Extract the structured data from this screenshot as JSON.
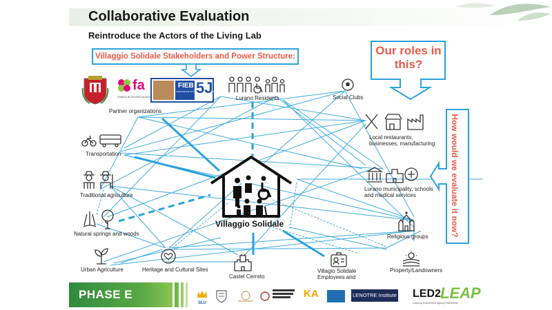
{
  "slide": {
    "title": "Collaborative Evaluation",
    "subtitle": "Reintroduce the Actors of the Living Lab"
  },
  "callouts": {
    "stakeholders": "Villaggio Solidale Stakeholders and Power Structure:",
    "roles": "Our roles in this?",
    "evaluate": "How would we evaluate it now?"
  },
  "center": {
    "label": "Villaggio Solidale"
  },
  "nodes": {
    "partners": "Partner organizations",
    "residents": "Lurano Residents",
    "social_clubs": "Social Clubs",
    "local_business": "Local restaurants, businesses, manufacturing",
    "transportation": "Transportation",
    "municipality": "Lurano municipality, schools and medical services",
    "traditional_agriculture": "Traditional agriculture",
    "religious": "Religious groups",
    "springs": "Natural springs and woods",
    "urban_agriculture": "Urban Agriculture",
    "heritage": "Heritage and Cultural Sites",
    "castel": "Castel Cerreto",
    "employees": "Villagio Solidale Employees and Volunteers",
    "property": "Property/Landowners"
  },
  "logos": {
    "fa_text": "fa",
    "fa_sub": "FAMIGLIE AGGREGAZIONE",
    "fieb": "FIEB",
    "fieb_sub": "FONDAZIONE ISTITUTO EDUCATIVO BERGAMO",
    "five_j": "5J"
  },
  "footer": {
    "phase": "PHASE E",
    "logos": [
      "SLU",
      "",
      "",
      "",
      "KA",
      "",
      "LENOTRE Institute",
      "LED2LEAP"
    ],
    "lenotre": "LENOTRE Institute",
    "led2": "LED2",
    "leap": "LEAP",
    "leap_sub": "Learning Environment Agency Partnership"
  },
  "colors": {
    "line": "#2aa2dc",
    "accent": "#ea5b4a",
    "phase_green": "#2f8a3e"
  }
}
